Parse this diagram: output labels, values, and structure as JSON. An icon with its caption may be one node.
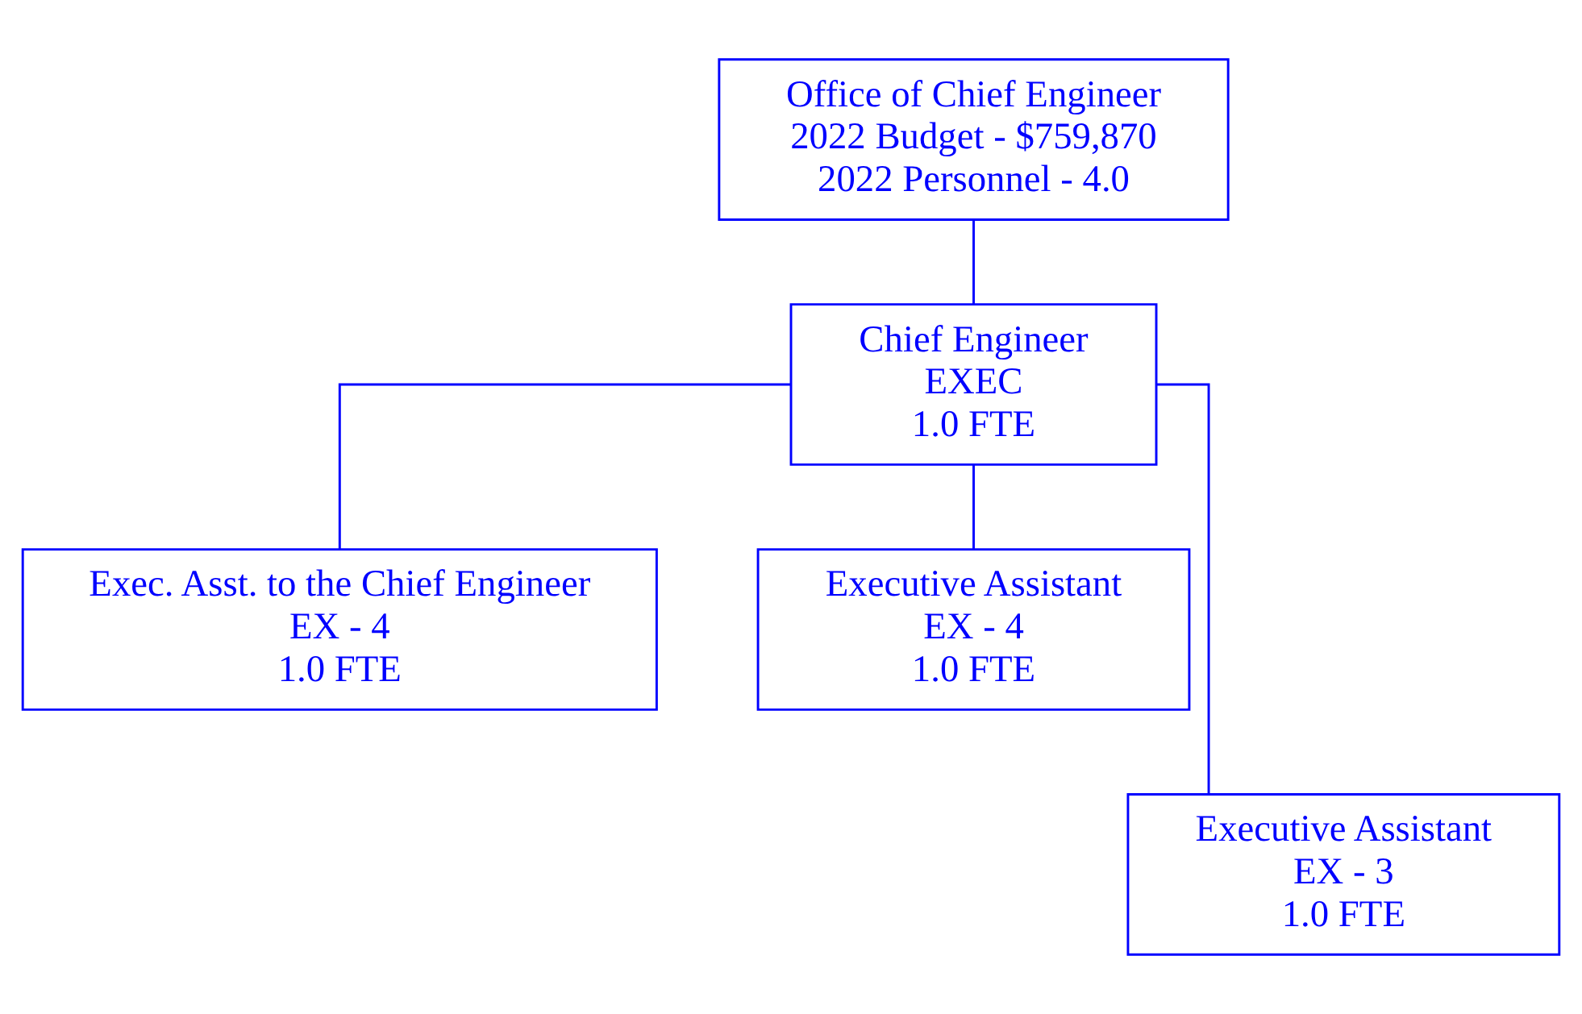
{
  "diagram": {
    "nodes": [
      {
        "text": [
          "Office of Chief Engineer",
          "2022 Budget - $759,870",
          "2022 Personnel - 4.0"
        ]
      },
      {
        "text": [
          "Chief Engineer",
          "EXEC",
          "1.0 FTE"
        ]
      },
      {
        "text": [
          "Exec. Asst. to the Chief Engineer",
          "EX - 4",
          "1.0 FTE"
        ]
      },
      {
        "text": [
          "Executive Assistant",
          "EX - 4",
          "1.0 FTE"
        ]
      },
      {
        "text": [
          "Executive Assistant",
          "EX - 3",
          "1.0 FTE"
        ]
      }
    ],
    "edges": [
      {
        "from": 0,
        "to": 1,
        "arrow": "none"
      },
      {
        "from": 1,
        "to": 2,
        "arrow": "none"
      },
      {
        "from": 1,
        "to": 3,
        "arrow": "none"
      },
      {
        "from": 1,
        "to": 4,
        "arrow": "none"
      }
    ]
  }
}
